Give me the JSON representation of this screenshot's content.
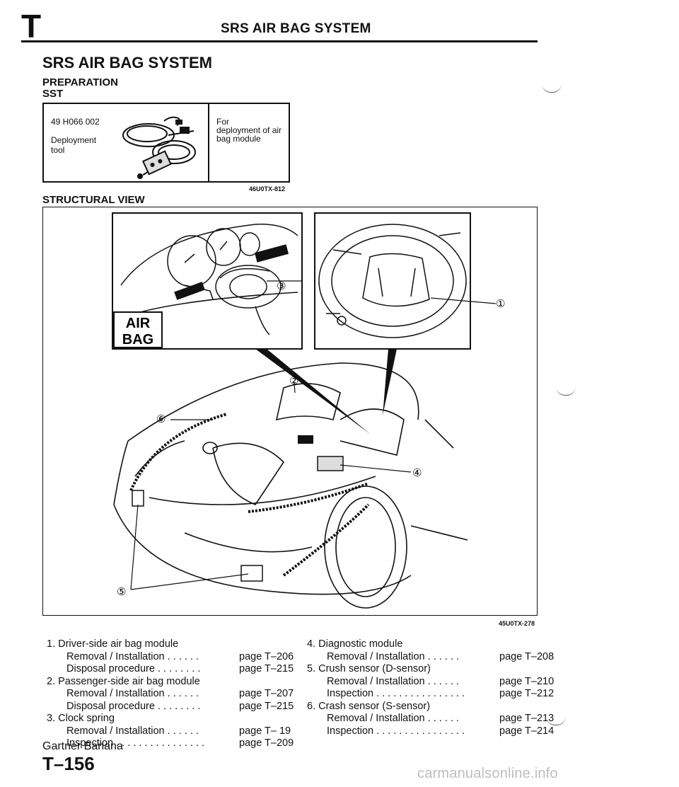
{
  "header": {
    "section_letter": "T",
    "title": "SRS AIR BAG SYSTEM"
  },
  "page_title": "SRS AIR BAG SYSTEM",
  "preparation": {
    "heading": "PREPARATION",
    "subheading": "SST",
    "tool": {
      "number": "49 H066 002",
      "name_line1": "Deployment",
      "name_line2": "tool",
      "purpose_line1": "For",
      "purpose_line2": "deployment of air",
      "purpose_line3": "bag module"
    },
    "figure_code": "46U0TX-812"
  },
  "structural_view": {
    "heading": "STRUCTURAL VIEW",
    "airbag_label_line1": "AIR",
    "airbag_label_line2": "BAG",
    "callouts": [
      "①",
      "②",
      "③",
      "④",
      "⑤",
      "⑥"
    ],
    "figure_code": "45U0TX-278"
  },
  "legend": {
    "left": [
      {
        "text": "1. Driver-side air bag module",
        "page": "",
        "indent": false
      },
      {
        "text": "Removal / Installation . . . . . .",
        "page": "page T–206",
        "indent": true
      },
      {
        "text": "Disposal procedure . . . . . . . .",
        "page": "page T–215",
        "indent": true
      },
      {
        "text": "2. Passenger-side air bag module",
        "page": "",
        "indent": false
      },
      {
        "text": "Removal / Installation . . . . . .",
        "page": "page T–207",
        "indent": true
      },
      {
        "text": "Disposal procedure . . . . . . . .",
        "page": "page T–215",
        "indent": true
      },
      {
        "text": "3. Clock spring",
        "page": "",
        "indent": false
      },
      {
        "text": "Removal / Installation . . . . . .",
        "page": "page T– 19",
        "indent": true
      },
      {
        "text": "Inspection . . . . . . . . . . . . . . . .",
        "page": "page T–209",
        "indent": true
      }
    ],
    "right": [
      {
        "text": "4. Diagnostic module",
        "page": "",
        "indent": false
      },
      {
        "text": "Removal / Installation . . . . . .",
        "page": "page T–208",
        "indent": true
      },
      {
        "text": "5. Crush sensor (D-sensor)",
        "page": "",
        "indent": false
      },
      {
        "text": "Removal / Installation . . . . . .",
        "page": "page T–210",
        "indent": true
      },
      {
        "text": "Inspection . . . . . . . . . . . . . . . .",
        "page": "page T–212",
        "indent": true
      },
      {
        "text": "6. Crash sensor (S-sensor)",
        "page": "",
        "indent": false
      },
      {
        "text": "Removal / Installation . . . . . .",
        "page": "page T–213",
        "indent": true
      },
      {
        "text": "Inspection . . . . . . . . . . . . . . . .",
        "page": "page T–214",
        "indent": true
      }
    ]
  },
  "footer": {
    "author": "Gartner Banana",
    "page_number": "T–156",
    "watermark": "carmanualsonline.info"
  }
}
